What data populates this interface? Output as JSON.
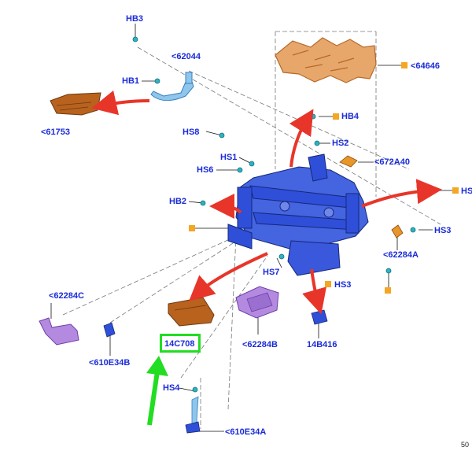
{
  "labels": {
    "hb3": "HB3",
    "p62044": "<62044",
    "p64646": "<64646",
    "hb1": "HB1",
    "p61753": "<61753",
    "hb4": "HB4",
    "hs8": "HS8",
    "hs2": "HS2",
    "hs1": "HS1",
    "p672a40": "<672A40",
    "hs6": "HS6",
    "hs_right": "HS",
    "hb2": "HB2",
    "hs3_right": "HS3",
    "p62284a": "<62284A",
    "hs7": "HS7",
    "hs3_lower": "HS3",
    "p62284c": "<62284C",
    "p14c708": "14C708",
    "p62284b": "<62284B",
    "p14b416": "14B416",
    "p610e34b": "<610E34B",
    "hs4": "HS4",
    "p610e34a": "<610E34A"
  },
  "page_number": "50",
  "colors": {
    "label": "#1a2bd8",
    "frame": "#2f4fd8",
    "arrow_red": "#e8352a",
    "arrow_green": "#22dd22",
    "orange_part": "#b8621e",
    "purple_part": "#b48ae0",
    "marker": "#f5a623",
    "fastener": "#2bb3c0"
  }
}
